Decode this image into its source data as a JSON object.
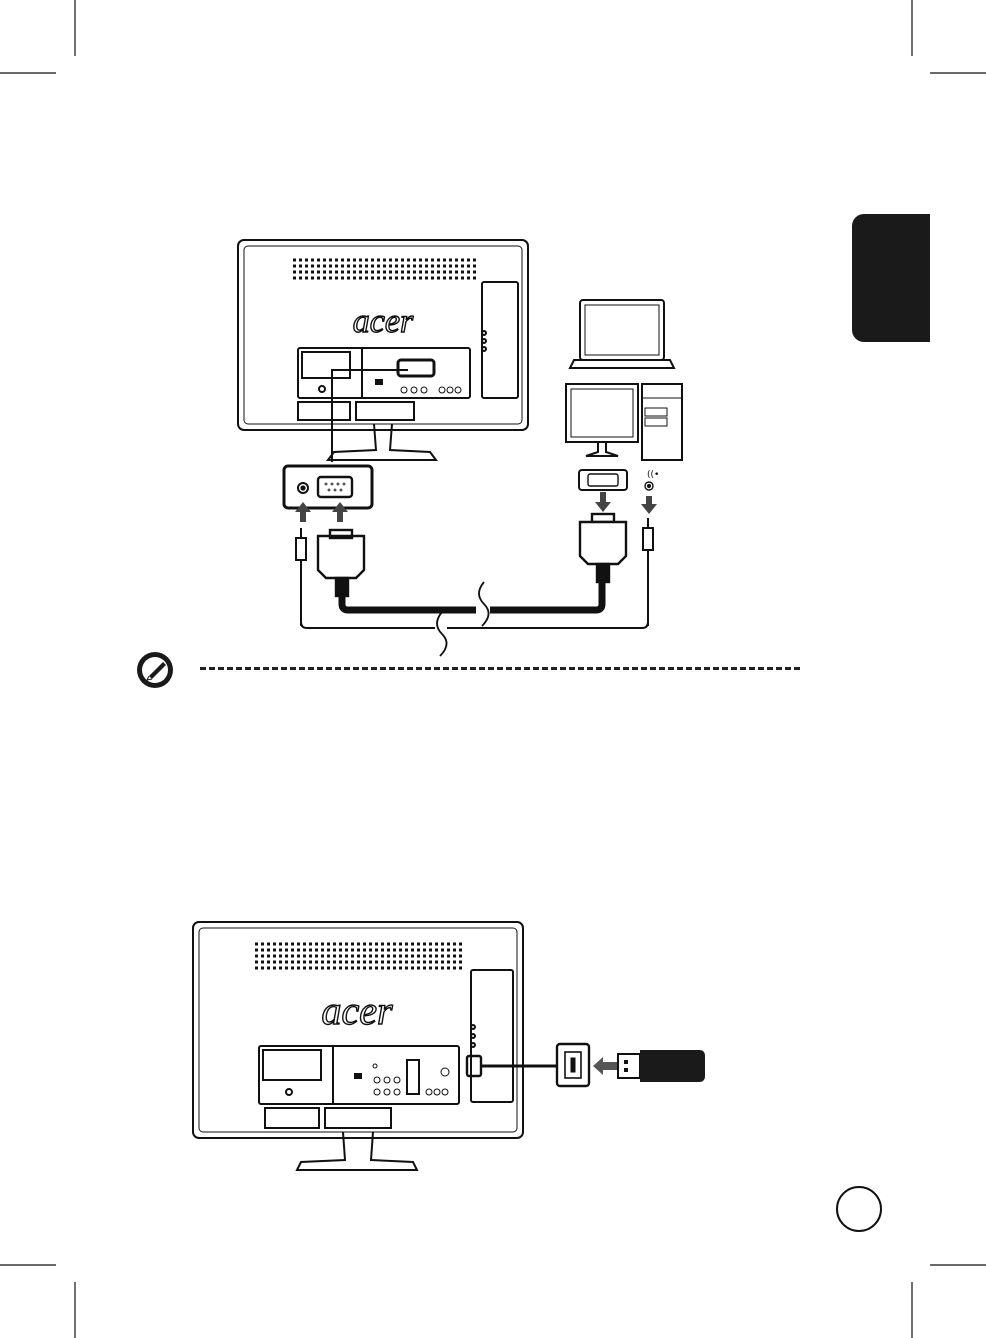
{
  "page": {
    "language_tab": {
      "color": "#1a1a1a"
    },
    "note": {
      "icon": "note-pen-icon"
    },
    "page_number": "",
    "figures": [
      {
        "id": "pc-connection",
        "description_icons": [
          "monitor-rear",
          "vga-port",
          "audio-in-jack",
          "laptop",
          "desktop-computer",
          "vga-cable",
          "audio-cable",
          "audio-out-icon"
        ],
        "logo_text": "acer"
      },
      {
        "id": "usb-connection",
        "description_icons": [
          "monitor-rear",
          "usb-port",
          "usb-flash-drive"
        ],
        "logo_text": "acer"
      }
    ]
  }
}
